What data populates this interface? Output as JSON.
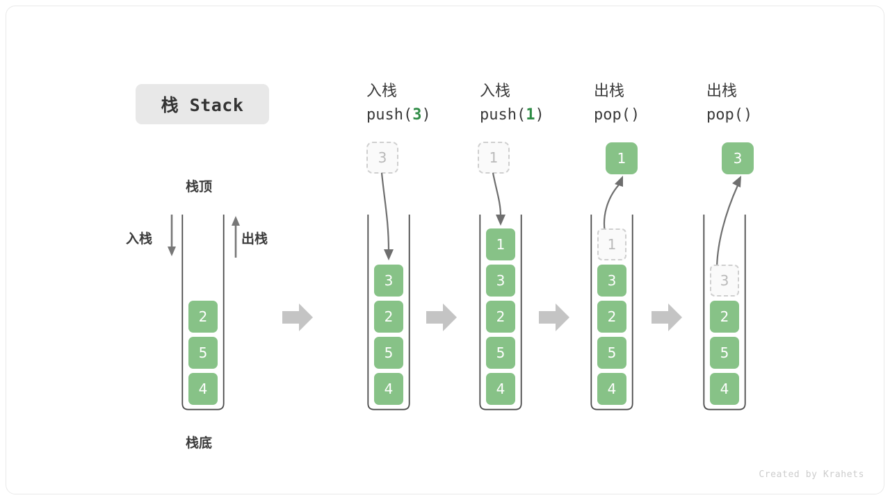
{
  "title": "栈 Stack",
  "footer": "Created by Krahets",
  "colors": {
    "cell_green": "#87c287",
    "ghost_fill": "#fafafa",
    "ghost_border": "#cfcfcf",
    "ghost_text": "#b9b9b9",
    "arrow_gray": "#777777",
    "block_arrow": "#c4c4c4",
    "badge_bg": "#e8e8e8",
    "text_dark": "#3a3a3a",
    "code_accent": "#2e8b45"
  },
  "legend": {
    "top_label": "栈顶",
    "bottom_label": "栈底",
    "push_label": "入栈",
    "pop_label": "出栈"
  },
  "stages": [
    {
      "id": "initial",
      "caption_cn": "",
      "caption_code_prefix": "",
      "caption_code_arg": "",
      "caption_code_suffix": "",
      "cells": [
        "2",
        "5",
        "4"
      ],
      "ghost_index": -1,
      "float_cell": null,
      "float_kind": "none"
    },
    {
      "id": "push-3",
      "caption_cn": "入栈",
      "caption_code_prefix": "push(",
      "caption_code_arg": "3",
      "caption_code_suffix": ")",
      "cells": [
        "3",
        "2",
        "5",
        "4"
      ],
      "ghost_index": -1,
      "float_cell": "3",
      "float_kind": "ghost"
    },
    {
      "id": "push-1",
      "caption_cn": "入栈",
      "caption_code_prefix": "push(",
      "caption_code_arg": "1",
      "caption_code_suffix": ")",
      "cells": [
        "1",
        "3",
        "2",
        "5",
        "4"
      ],
      "ghost_index": -1,
      "float_cell": "1",
      "float_kind": "ghost"
    },
    {
      "id": "pop-1",
      "caption_cn": "出栈",
      "caption_code_prefix": "pop(",
      "caption_code_arg": "",
      "caption_code_suffix": ")",
      "cells": [
        "1",
        "3",
        "2",
        "5",
        "4"
      ],
      "ghost_index": 0,
      "float_cell": "1",
      "float_kind": "solid"
    },
    {
      "id": "pop-3",
      "caption_cn": "出栈",
      "caption_code_prefix": "pop(",
      "caption_code_arg": "",
      "caption_code_suffix": ")",
      "cells": [
        "3",
        "2",
        "5",
        "4"
      ],
      "ghost_index": 0,
      "float_cell": "3",
      "float_kind": "solid"
    }
  ]
}
